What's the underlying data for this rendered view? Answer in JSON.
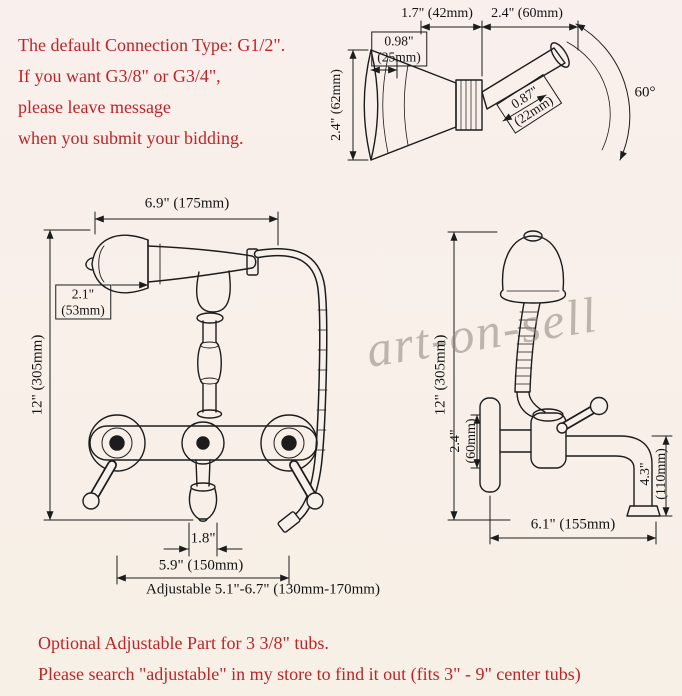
{
  "colors": {
    "background": "#f8f0eb",
    "accent_red": "#bf2427",
    "line": "#1c1c1c",
    "watermark_gray": "rgba(140,132,124,0.55)"
  },
  "header_note": {
    "lines": [
      "The default Connection Type: G1/2\".",
      "If you want G3/8\" or G3/4\",",
      "please leave message",
      "when you submit your bidding."
    ]
  },
  "bracket_view": {
    "dim_head_depth": "1.7\" (42mm)",
    "dim_arm_length": "2.4\" (60mm)",
    "dim_lip_in": "0.98\"",
    "dim_lip_mm": "(25mm)",
    "dim_head_height": "2.4\" (62mm)",
    "dim_arm_in": "0.87\"",
    "dim_arm_mm": "(22mm)",
    "swivel_angle": "60°"
  },
  "front_view": {
    "dim_width": "6.9\" (175mm)",
    "dim_head_in": "2.1\"",
    "dim_head_mm": "(53mm)",
    "dim_height": "12\" (305mm)",
    "dim_spout_width": "1.8\"",
    "dim_centers": "5.9\" (150mm)",
    "dim_adjustable": "Adjustable 5.1\"-6.7\" (130mm-170mm)"
  },
  "side_view": {
    "dim_height": "12\" (305mm)",
    "dim_depth_in": "2.4\"",
    "dim_depth_mm": "(60mm)",
    "dim_drop_in": "4.3\"",
    "dim_drop_mm": "(110mm)",
    "dim_reach": "6.1\" (155mm)"
  },
  "watermark": "art-on-sell",
  "footer_note": {
    "lines": [
      "Optional Adjustable Part for 3 3/8\" tubs.",
      "Please search \"adjustable\" in my store to find it out (fits 3\" - 9\" center tubs)"
    ]
  }
}
